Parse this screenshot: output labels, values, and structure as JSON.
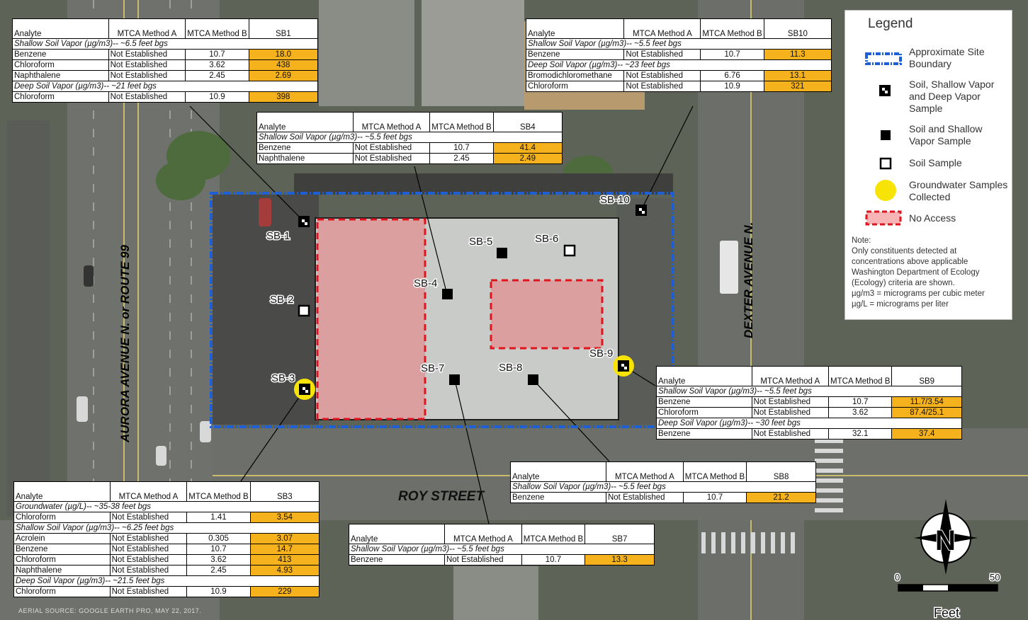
{
  "map": {
    "streets": [
      {
        "id": "aurora",
        "label": "AURORA AVENUE N. or ROUTE 99"
      },
      {
        "id": "dexter",
        "label": "DEXTER AVENUE N."
      },
      {
        "id": "roy",
        "label": "ROY STREET"
      }
    ],
    "points": [
      {
        "id": "SB-1",
        "label": "SB-1",
        "type": "soil-shallow-deep-vapor",
        "groundwater": false
      },
      {
        "id": "SB-2",
        "label": "SB-2",
        "type": "soil",
        "groundwater": false
      },
      {
        "id": "SB-3",
        "label": "SB-3",
        "type": "soil-shallow-deep-vapor",
        "groundwater": true
      },
      {
        "id": "SB-4",
        "label": "SB-4",
        "type": "soil-shallow-vapor",
        "groundwater": false
      },
      {
        "id": "SB-5",
        "label": "SB-5",
        "type": "soil-shallow-vapor",
        "groundwater": false
      },
      {
        "id": "SB-6",
        "label": "SB-6",
        "type": "soil",
        "groundwater": false
      },
      {
        "id": "SB-7",
        "label": "SB-7",
        "type": "soil-shallow-vapor",
        "groundwater": false
      },
      {
        "id": "SB-8",
        "label": "SB-8",
        "type": "soil-shallow-vapor",
        "groundwater": false
      },
      {
        "id": "SB-9",
        "label": "SB-9",
        "type": "soil-shallow-deep-vapor",
        "groundwater": true
      },
      {
        "id": "SB-10",
        "label": "SB-10",
        "type": "soil-shallow-deep-vapor",
        "groundwater": false
      }
    ],
    "aerial_source": "AERIAL SOURCE: GOOGLE EARTH PRO, MAY 22, 2017.",
    "scale": {
      "start": "0",
      "end": "50",
      "unit": "Feet"
    },
    "north": "N"
  },
  "tables": {
    "SB1": {
      "headers": {
        "analyte": "Analyte",
        "a": "MTCA Method A",
        "b": "MTCA Method B",
        "site": "SB1"
      },
      "rows": [
        {
          "section": "Shallow Soil Vapor (µg/m3)-- ~6.5 feet bgs"
        },
        {
          "analyte": "Benzene",
          "a": "Not Established",
          "b": "10.7",
          "v": "18.0"
        },
        {
          "analyte": "Chloroform",
          "a": "Not Established",
          "b": "3.62",
          "v": "438"
        },
        {
          "analyte": "Naphthalene",
          "a": "Not Established",
          "b": "2.45",
          "v": "2.69"
        },
        {
          "section": "Deep Soil Vapor (µg/m3)-- ~21 feet bgs"
        },
        {
          "analyte": "Chloroform",
          "a": "Not Established",
          "b": "10.9",
          "v": "398"
        }
      ]
    },
    "SB10": {
      "headers": {
        "analyte": "Analyte",
        "a": "MTCA Method A",
        "b": "MTCA Method B",
        "site": "SB10"
      },
      "rows": [
        {
          "section": "Shallow Soil Vapor (µg/m3)-- ~5.5 feet bgs"
        },
        {
          "analyte": "Benzene",
          "a": "Not Established",
          "b": "10.7",
          "v": "11.3"
        },
        {
          "section": "Deep Soil Vapor (µg/m3)-- ~23 feet bgs"
        },
        {
          "analyte": "Bromodichloromethane",
          "a": "Not Established",
          "b": "6.76",
          "v": "13.1"
        },
        {
          "analyte": "Chloroform",
          "a": "Not Established",
          "b": "10.9",
          "v": "321"
        }
      ]
    },
    "SB4": {
      "headers": {
        "analyte": "Analyte",
        "a": "MTCA Method A",
        "b": "MTCA Method B",
        "site": "SB4"
      },
      "rows": [
        {
          "section": "Shallow Soil Vapor (µg/m3)-- ~5.5 feet bgs"
        },
        {
          "analyte": "Benzene",
          "a": "Not Established",
          "b": "10.7",
          "v": "41.4"
        },
        {
          "analyte": "Naphthalene",
          "a": "Not Established",
          "b": "2.45",
          "v": "2.49"
        }
      ]
    },
    "SB9": {
      "headers": {
        "analyte": "Analyte",
        "a": "MTCA Method A",
        "b": "MTCA Method B",
        "site": "SB9"
      },
      "rows": [
        {
          "section": "Shallow Soil Vapor (µg/m3)-- ~5.5 feet bgs"
        },
        {
          "analyte": "Benzene",
          "a": "Not Established",
          "b": "10.7",
          "v": "11.7/3.54"
        },
        {
          "analyte": "Chloroform",
          "a": "Not Established",
          "b": "3.62",
          "v": "87.4/25.1"
        },
        {
          "section": "Deep Soil Vapor (µg/m3)-- ~30 feet bgs"
        },
        {
          "analyte": "Benzene",
          "a": "Not Established",
          "b": "32.1",
          "v": "37.4"
        }
      ]
    },
    "SB8": {
      "headers": {
        "analyte": "Analyte",
        "a": "MTCA Method A",
        "b": "MTCA Method B",
        "site": "SB8"
      },
      "rows": [
        {
          "section": "Shallow Soil Vapor (µg/m3)-- ~5.5 feet bgs"
        },
        {
          "analyte": "Benzene",
          "a": "Not Established",
          "b": "10.7",
          "v": "21.2"
        }
      ]
    },
    "SB3": {
      "headers": {
        "analyte": "Analyte",
        "a": "MTCA Method A",
        "b": "MTCA Method B",
        "site": "SB3"
      },
      "rows": [
        {
          "section": "Groundwater (µg/L)-- ~35-38 feet bgs"
        },
        {
          "analyte": "Chloroform",
          "a": "Not Established",
          "b": "1.41",
          "v": "3.54"
        },
        {
          "section": "Shallow Soil Vapor (µg/m3)-- ~6.25 feet bgs"
        },
        {
          "analyte": "Acrolein",
          "a": "Not Established",
          "b": "0.305",
          "v": "3.07"
        },
        {
          "analyte": "Benzene",
          "a": "Not Established",
          "b": "10.7",
          "v": "14.7"
        },
        {
          "analyte": "Chloroform",
          "a": "Not Established",
          "b": "3.62",
          "v": "413"
        },
        {
          "analyte": "Naphthalene",
          "a": "Not Established",
          "b": "2.45",
          "v": "4.93"
        },
        {
          "section": "Deep Soil Vapor (µg/m3)-- ~21.5 feet bgs"
        },
        {
          "analyte": "Chloroform",
          "a": "Not Established",
          "b": "10.9",
          "v": "229"
        }
      ]
    },
    "SB7": {
      "headers": {
        "analyte": "Analyte",
        "a": "MTCA Method A",
        "b": "MTCA Method B",
        "site": "SB7"
      },
      "rows": [
        {
          "section": "Shallow Soil Vapor (µg/m3)-- ~5.5 feet bgs"
        },
        {
          "analyte": "Benzene",
          "a": "Not Established",
          "b": "10.7",
          "v": "13.3"
        }
      ]
    }
  },
  "legend": {
    "title": "Legend",
    "items": [
      {
        "id": "boundary",
        "label": "Approximate Site Boundary"
      },
      {
        "id": "soil-shallow-deep",
        "label": "Soil, Shallow Vapor and Deep Vapor Sample"
      },
      {
        "id": "soil-shallow",
        "label": "Soil and Shallow Vapor Sample"
      },
      {
        "id": "soil",
        "label": "Soil Sample"
      },
      {
        "id": "groundwater",
        "label": "Groundwater Samples Collected"
      },
      {
        "id": "no-access",
        "label": "No Access"
      }
    ],
    "note_title": "Note:",
    "note": "Only constituents detected at concentrations above applicable Washington Department of Ecology (Ecology) criteria are shown.",
    "units": [
      "µg/m3 = micrograms per cubic meter",
      "µg/L = micrograms per liter"
    ],
    "colors": {
      "boundary": "#1f5fd6",
      "no_access": "#e0141e",
      "groundwater": "#f7e406",
      "exceedance": "#f5b21d"
    }
  }
}
